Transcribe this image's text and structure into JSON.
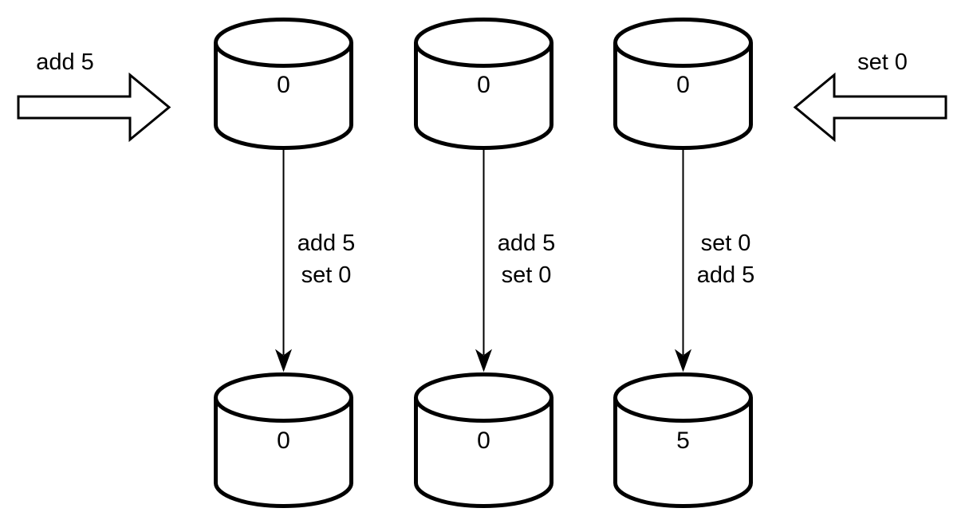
{
  "canvas": {
    "background_color": "#ffffff",
    "stroke_color": "#000000",
    "fill_color": "#ffffff"
  },
  "external_ops": {
    "left": {
      "label": "add 5",
      "direction": "right"
    },
    "right": {
      "label": "set 0",
      "direction": "left"
    }
  },
  "replicas": [
    {
      "initial_value": "0",
      "op_order": [
        "add 5",
        "set 0"
      ],
      "final_value": "0"
    },
    {
      "initial_value": "0",
      "op_order": [
        "add 5",
        "set 0"
      ],
      "final_value": "0"
    },
    {
      "initial_value": "0",
      "op_order": [
        "set 0",
        "add 5"
      ],
      "final_value": "5"
    }
  ],
  "icons": {
    "database": "database-cylinder-icon",
    "arrow_right": "block-arrow-right-icon",
    "arrow_left": "block-arrow-left-icon",
    "arrow_down": "arrow-down-icon"
  }
}
